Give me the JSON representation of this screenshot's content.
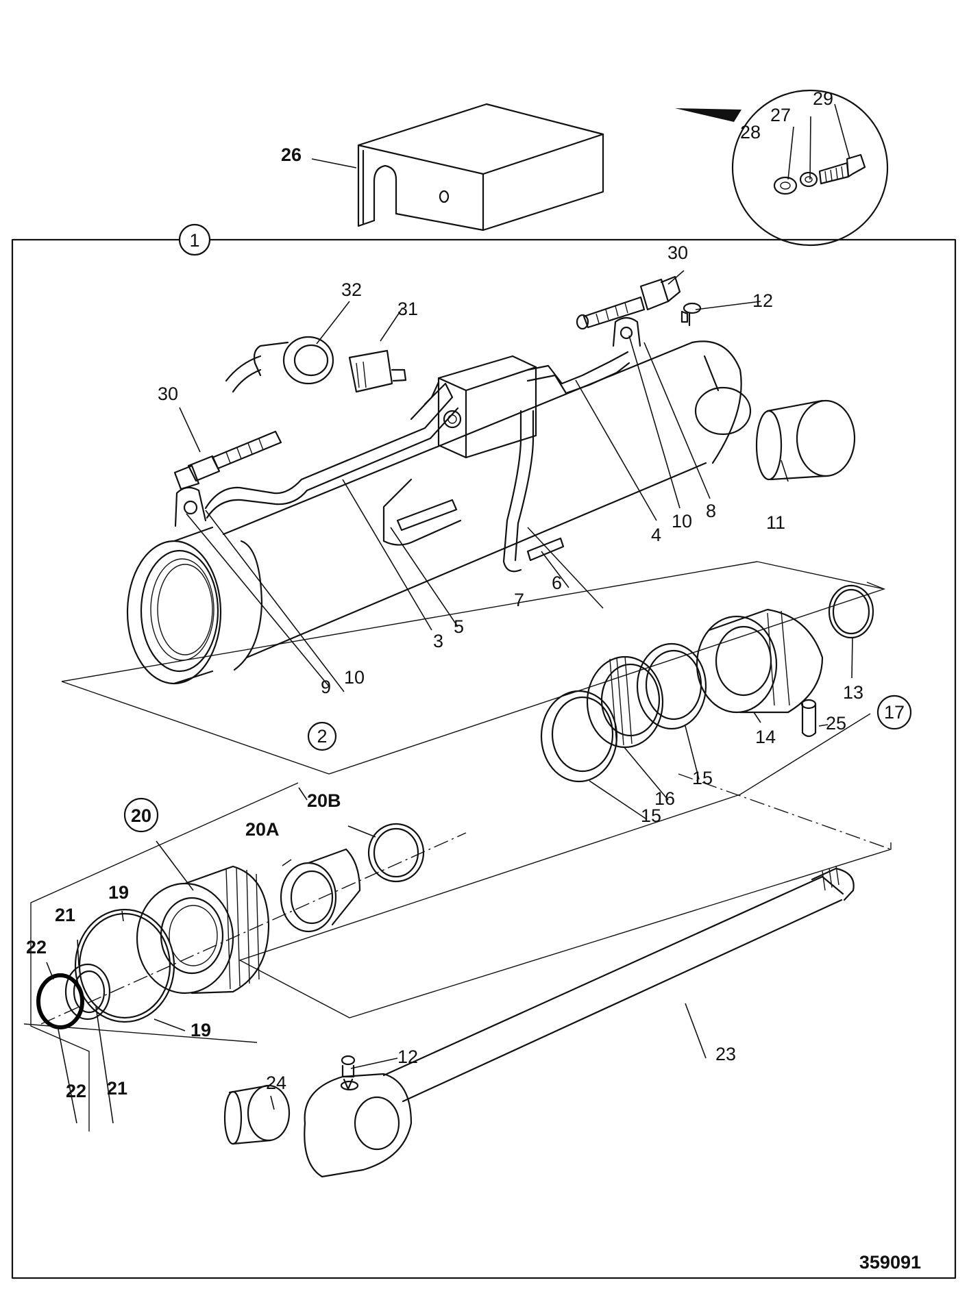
{
  "figure_number": "359091",
  "callouts": {
    "c1": "1",
    "c2": "2",
    "c3": "3",
    "c4": "4",
    "c5": "5",
    "c6": "6",
    "c7": "7",
    "c8": "8",
    "c9": "9",
    "c10a": "10",
    "c10b": "10",
    "c11": "11",
    "c12a": "12",
    "c12b": "12",
    "c13": "13",
    "c14": "14",
    "c15a": "15",
    "c15b": "15",
    "c16": "16",
    "c17": "17",
    "c19a": "19",
    "c19b": "19",
    "c20": "20",
    "c20a": "20A",
    "c20b": "20B",
    "c21a": "21",
    "c21b": "21",
    "c22a": "22",
    "c22b": "22",
    "c23": "23",
    "c24": "24",
    "c25": "25",
    "c26": "26",
    "c27": "27",
    "c28": "28",
    "c29": "29",
    "c30a": "30",
    "c30b": "30",
    "c31": "31",
    "c32": "32"
  }
}
